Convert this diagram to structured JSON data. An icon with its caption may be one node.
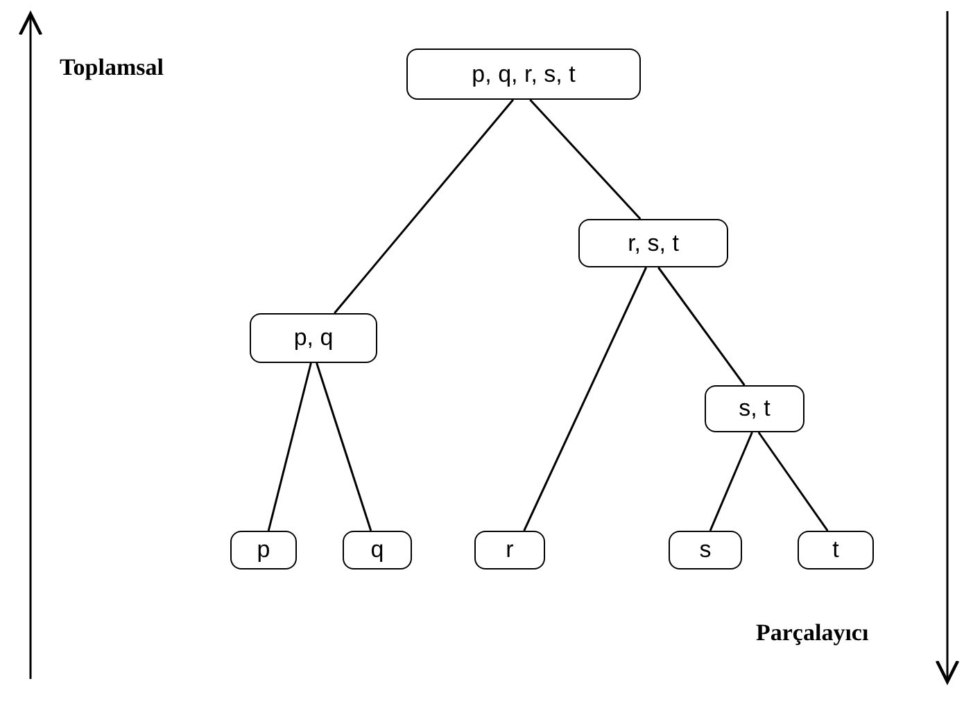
{
  "diagram": {
    "nodes": [
      {
        "text": [
          "p, q, r, s, t"
        ]
      },
      {
        "text": [
          "r, s, t"
        ]
      },
      {
        "text": [
          "p, q"
        ]
      },
      {
        "text": [
          "s, t"
        ]
      },
      {
        "text": [
          "p"
        ]
      },
      {
        "text": [
          "q"
        ]
      },
      {
        "text": [
          "r"
        ]
      },
      {
        "text": [
          "s"
        ]
      },
      {
        "text": [
          "t"
        ]
      }
    ],
    "edges": [
      {
        "from": 0,
        "to": 2,
        "arrow": "none"
      },
      {
        "from": 0,
        "to": 1,
        "arrow": "none"
      },
      {
        "from": 2,
        "to": 4,
        "arrow": "none"
      },
      {
        "from": 2,
        "to": 5,
        "arrow": "none"
      },
      {
        "from": 1,
        "to": 6,
        "arrow": "none"
      },
      {
        "from": 1,
        "to": 3,
        "arrow": "none"
      },
      {
        "from": 3,
        "to": 7,
        "arrow": "none"
      },
      {
        "from": 3,
        "to": 8,
        "arrow": "none"
      }
    ],
    "labels": [
      "Toplamsal",
      "Parçalayıcı"
    ]
  }
}
